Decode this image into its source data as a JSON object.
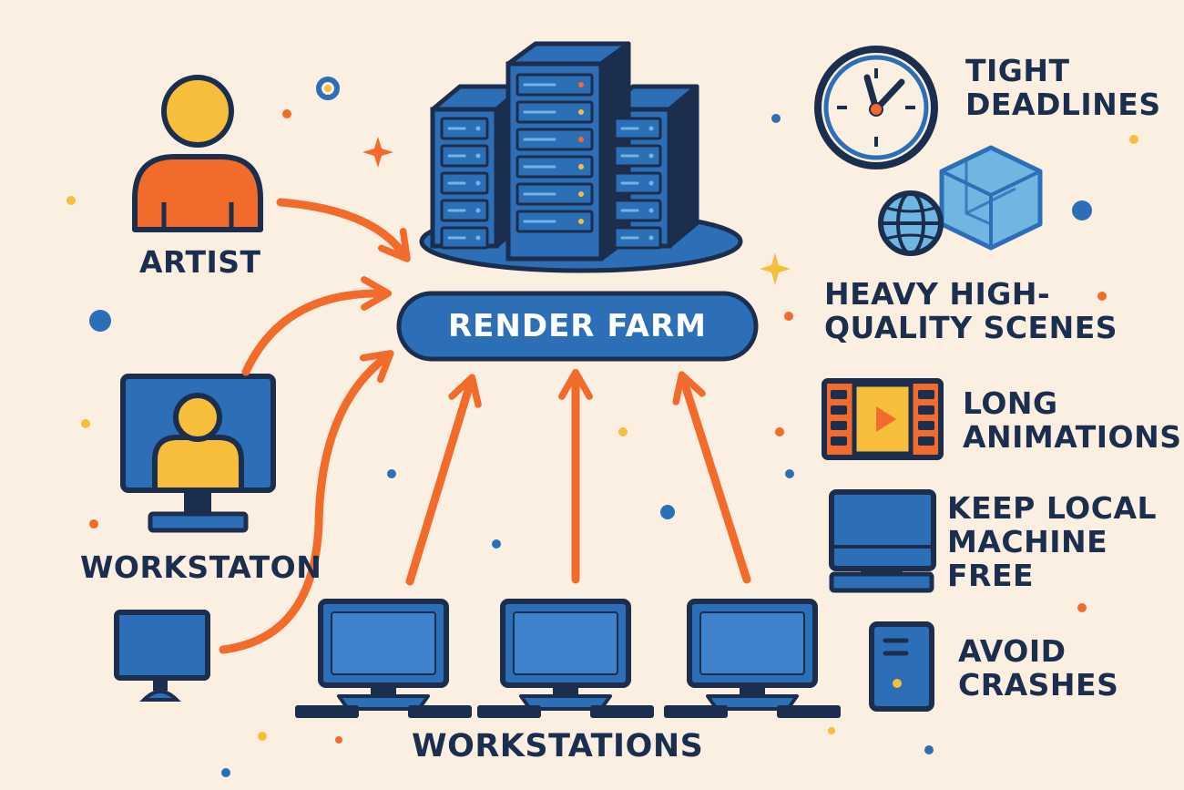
{
  "nodes": {
    "render_farm": "RENDER FARM",
    "artist": "ARTIST",
    "workstation": "WORKSTATON",
    "workstations": "WORKSTATIONS"
  },
  "reasons": [
    {
      "line1": "TIGHT",
      "line2": "DEADLINES",
      "icon": "clock-icon"
    },
    {
      "line1": "HEAVY HIGH-",
      "line2": "QUALITY SCENES",
      "icon": "3d-objects-icon"
    },
    {
      "line1": "LONG",
      "line2": "ANIMATIONS",
      "icon": "film-icon"
    },
    {
      "line1": "KEEP LOCAL",
      "line2": "MACHINE",
      "line3": "FREE",
      "icon": "computer-icon"
    },
    {
      "line1": "AVOID",
      "line2": "CRASHES",
      "icon": "tower-pc-icon"
    }
  ],
  "colors": {
    "background": "#FBEFE2",
    "navy": "#1B2E4E",
    "blue": "#2C6FB7",
    "light_blue": "#6FB6E3",
    "orange": "#F26B2A",
    "yellow": "#F7BE3C"
  }
}
